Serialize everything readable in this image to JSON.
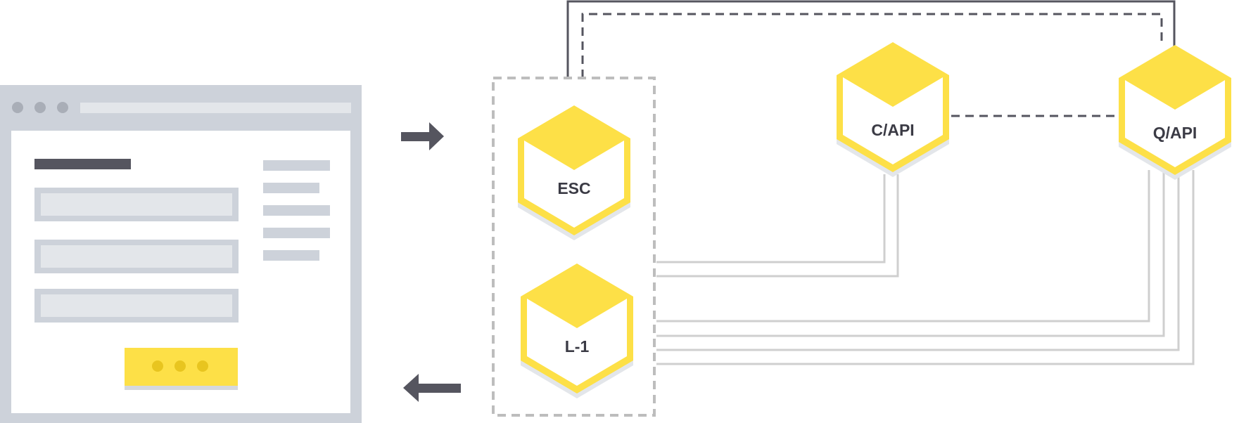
{
  "nodes": {
    "esc": {
      "label": "ESC"
    },
    "l1": {
      "label": "L-1"
    },
    "capi": {
      "label": "C/API"
    },
    "qapi": {
      "label": "Q/API"
    }
  },
  "colors": {
    "hex_yellow": "#fde047",
    "window_gray": "#cdd2da",
    "field_fill": "#e3e6ea",
    "dark": "#55555f",
    "wire": "#cfcfcf",
    "dash_box": "#bdbdbd"
  },
  "icons": {
    "request_arrow": "arrow-right-icon",
    "response_arrow": "arrow-left-icon",
    "browser": "browser-window-icon"
  }
}
